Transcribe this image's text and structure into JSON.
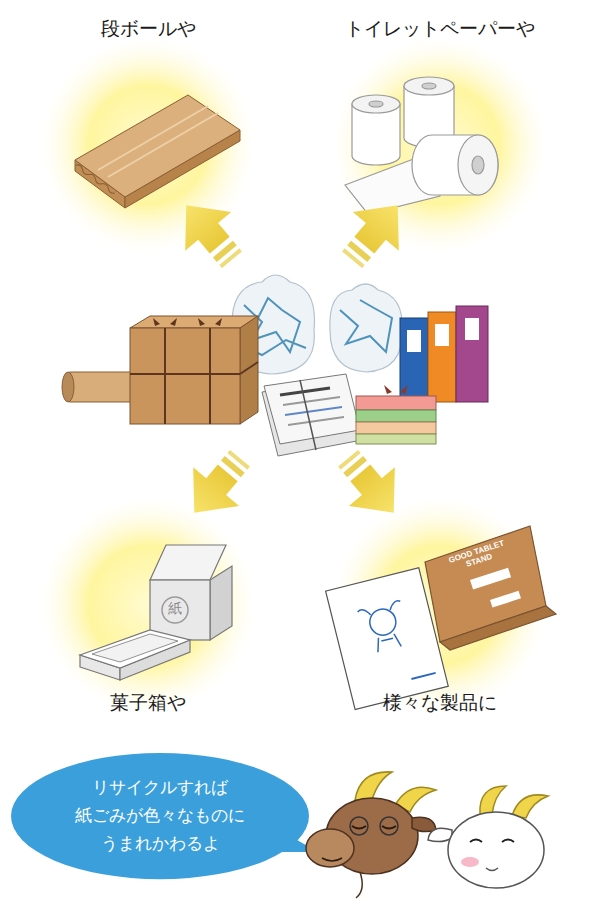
{
  "diagram": {
    "nodes": [
      {
        "text": [
          "段ボールや"
        ]
      },
      {
        "text": [
          "トイレットペーパーや"
        ]
      },
      {
        "text": [
          "菓子箱や"
        ]
      },
      {
        "text": [
          "様々な製品に"
        ]
      },
      {
        "text": [
          "リサイクルすれば 紙ごみが色々なものに うまれかわるよ"
        ]
      }
    ],
    "labels": [
      "紙",
      "GOOD TABLET STAND"
    ]
  }
}
